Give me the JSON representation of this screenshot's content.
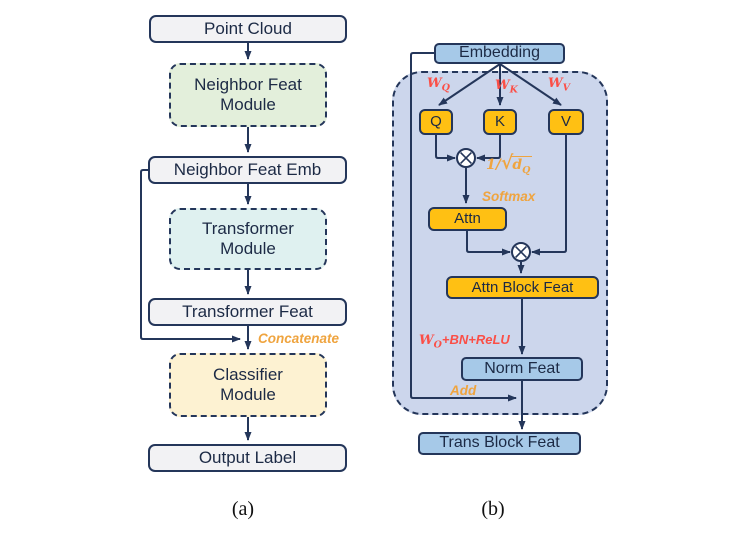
{
  "colors": {
    "line": "#24365a",
    "text": "#1c2a45",
    "gray_box_fill": "#f2f2f4",
    "green_module_fill": "#e3efdb",
    "cyan_module_fill": "#dff1f0",
    "cream_module_fill": "#fdf2d2",
    "blue_box_fill": "#a6c9e8",
    "gold_box_fill": "#ffc013",
    "container_fill": "#ccd6ec",
    "red_label": "#fb4f47",
    "orange_label": "#efa43f"
  },
  "panel_a": {
    "caption": "(a)",
    "point_cloud": "Point Cloud",
    "neighbor_feat_module": {
      "line1": "Neighbor Feat",
      "line2": "Module"
    },
    "neighbor_feat_emb": "Neighbor Feat Emb",
    "transformer_module": {
      "line1": "Transformer",
      "line2": "Module"
    },
    "transformer_feat": "Transformer Feat",
    "concatenate_label": "Concatenate",
    "classifier_module": {
      "line1": "Classifier",
      "line2": "Module"
    },
    "output_label": "Output Label"
  },
  "panel_b": {
    "caption": "(b)",
    "embedding": "Embedding",
    "w_q": {
      "base": "W",
      "sub": "Q"
    },
    "w_k": {
      "base": "W",
      "sub": "K"
    },
    "w_v": {
      "base": "W",
      "sub": "V"
    },
    "q_box": "Q",
    "k_box": "K",
    "v_box": "V",
    "scale": {
      "pre": "1/",
      "sqrt": "√",
      "base": "d",
      "sub": "Q"
    },
    "softmax_label": "Softmax",
    "attn_box": "Attn",
    "attn_block_feat": "Attn Block Feat",
    "w_o": {
      "base": "W",
      "sub": "O",
      "rest": "+BN+ReLU"
    },
    "norm_feat": "Norm Feat",
    "add_label": "Add",
    "trans_block_feat": "Trans Block Feat"
  }
}
